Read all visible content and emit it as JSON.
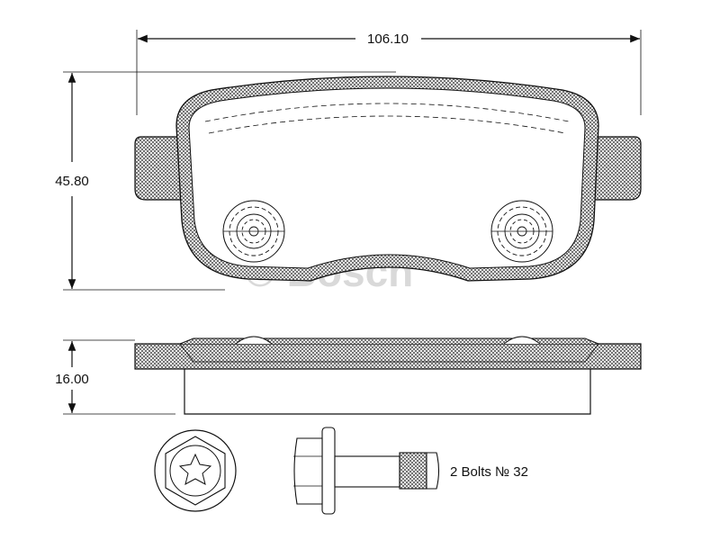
{
  "dimensions": {
    "width": "106.10",
    "height": "45.80",
    "thickness": "16.00"
  },
  "note": "2 Bolts № 32",
  "watermark": "© Bosch",
  "colors": {
    "line": "#111111",
    "hatch": "#555555",
    "watermark": "#d9d9d9"
  }
}
